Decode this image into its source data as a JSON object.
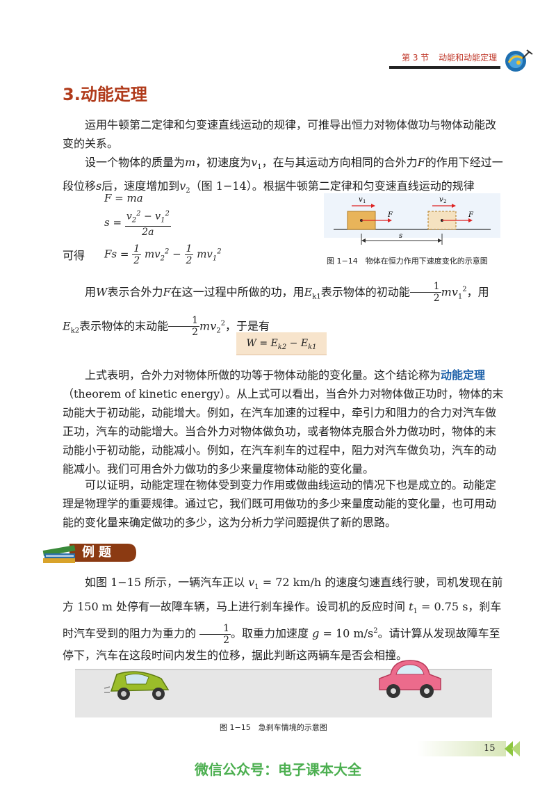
{
  "header": {
    "section": "第 3 节",
    "title": "动能和动能定理"
  },
  "section_title": "3.动能定理",
  "p1": "运用牛顿第二定律和匀变速直线运动的规律，可推导出恒力对物体做功与物体动能改变的关系。",
  "p2": {
    "a": "设一个物体的质量为",
    "b": "，初速度为",
    "c": "，在与其运动方向相同的合外力",
    "d": "的作用下经过一段位移",
    "e": "后，速度增加到",
    "f": "（图 1−14）。根据牛顿第二定律和匀变速直线运动的规律"
  },
  "eq": {
    "F_ma": "F = ma",
    "s_eq": "s =",
    "keyi": "可得",
    "Fs": "Fs ="
  },
  "fig114": {
    "v1": "v",
    "v2": "v",
    "F1": "F",
    "F2": "F",
    "s": "s",
    "caption": "图 1−14　物体在恒力作用下速度变化的示意图"
  },
  "p3": {
    "a": "用",
    "b": "表示合外力",
    "c": "在这一过程中所做的功，用",
    "d": "表示物体的初动能",
    "e": "，用",
    "f": "表示物体的末动能",
    "g": "，于是有"
  },
  "formula": "W = E",
  "p4": {
    "a": "上式表明，合外力对物体所做的功等于物体动能的变化量。这个结论称为",
    "term": "动能定理",
    "b": "（theorem of kinetic energy）。从上式可以看出，当合外力对物体做正功时，物体的末动能大于初动能，动能增大。例如，在汽车加速的过程中，牵引力和阻力的合力对汽车做正功，汽车的动能增大。当合外力对物体做负功，或者物体克服合外力做功时，物体的末动能小于初动能，动能减小。例如，在汽车刹车的过程中，阻力对汽车做负功，汽车的动能减小。我们可用合外力做功的多少来量度物体动能的变化量。"
  },
  "p5": "可以证明，动能定理在物体受到变力作用或做曲线运动的情况下也是成立的。动能定理是物理学的重要规律。通过它，我们既可用做功的多少来量度动能的变化量，也可用动能的变化量来确定做功的多少，这为分析力学问题提供了新的思路。",
  "example_label": "例题",
  "ex": {
    "a": "如图 1−15 所示，一辆汽车正以",
    "b": "= 72 km/h 的速度匀速直线行驶，司机发现在前方 150 m 处停有一故障车辆，马上进行刹车操作。设司机的反应时间",
    "c": "= 0.75 s，刹车时汽车受到的阻力为重力的",
    "d": "。取重力加速度",
    "e": "= 10 m/s",
    "f": "。请计算从发现故障车至停下，汽车在这段时间内发生的位移，据此判断这两辆车是否会相撞。"
  },
  "fig115_caption": "图 1−15　急刹车情境的示意图",
  "page_number": "15",
  "watermark": "微信公众号：电子课本大全",
  "colors": {
    "accent": "#b03a1a",
    "term": "#1a5fa8",
    "banner": "#8b3a12",
    "green": "#4caf50"
  }
}
